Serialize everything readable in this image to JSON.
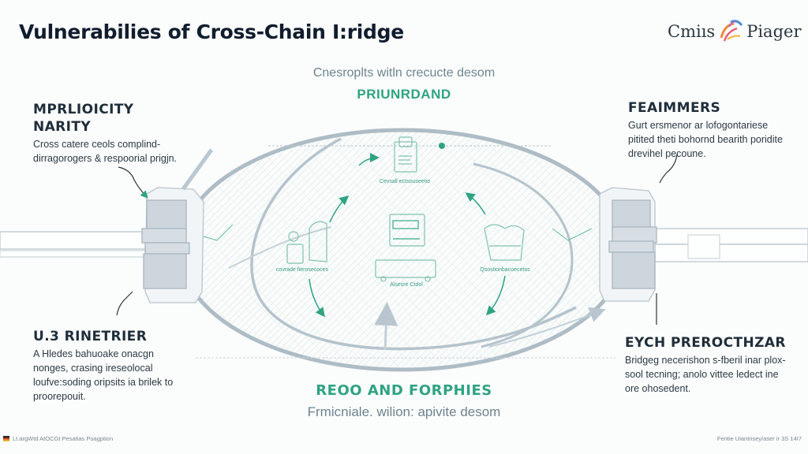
{
  "header": {
    "title": "Vulnerabilies of Cross-Chain I:ridge",
    "logo": {
      "left_text": "Cmiıs",
      "right_text": "Piager",
      "icon": "swirl-logo-icon"
    }
  },
  "center": {
    "top_subtitle": "Cnesroplts witln crecucte desom",
    "top_heading": "PRIUNRDAND",
    "bottom_heading": "REOO AND FORPHIES",
    "bottom_subtitle": "Frmicniale. wilion: apivite desom"
  },
  "panels": {
    "top_left": {
      "heading": "MPRLIOICITY NARITY",
      "body": "Cross catere ceols complind-dirragorogers & respoorial prigjn."
    },
    "top_right": {
      "heading": "FEAIMMERS",
      "body": "Gurt ersmenor ar lofogontariese pitited theti bohornd bearith poridite drevihel pecoune."
    },
    "bottom_left": {
      "heading": "U.3 RINETRIER",
      "body": "A Hledes bahuoake onacgn nonges, crasing ireseolocal loufve:soding oripsits ia brilek to proorepouit."
    },
    "bottom_right": {
      "heading": "EYCH PREROCTHZAR",
      "body": "Bridgeg necerishon s-fberil inar plox-sool tecning; anolo vittee ledect ine ore ohosedent."
    }
  },
  "diagram": {
    "icons": [
      {
        "name": "document-icon",
        "label": "Cevsall ectsouseetio"
      },
      {
        "name": "user-devices-icon",
        "label": "covrade fierosecoces"
      },
      {
        "name": "server-terminal-icon",
        "label": "Alsesre Ctdol"
      },
      {
        "name": "package-icon",
        "label": "Qsostionbacoecetos"
      }
    ],
    "accent_color": "#2fa383",
    "stroke_color": "#a9b8c2"
  },
  "footer": {
    "left": "Lt.argWtd AtOCGt Pesatias Poagption",
    "right": "Fentie Uiantrisey/aser ir 3S 14I7"
  }
}
